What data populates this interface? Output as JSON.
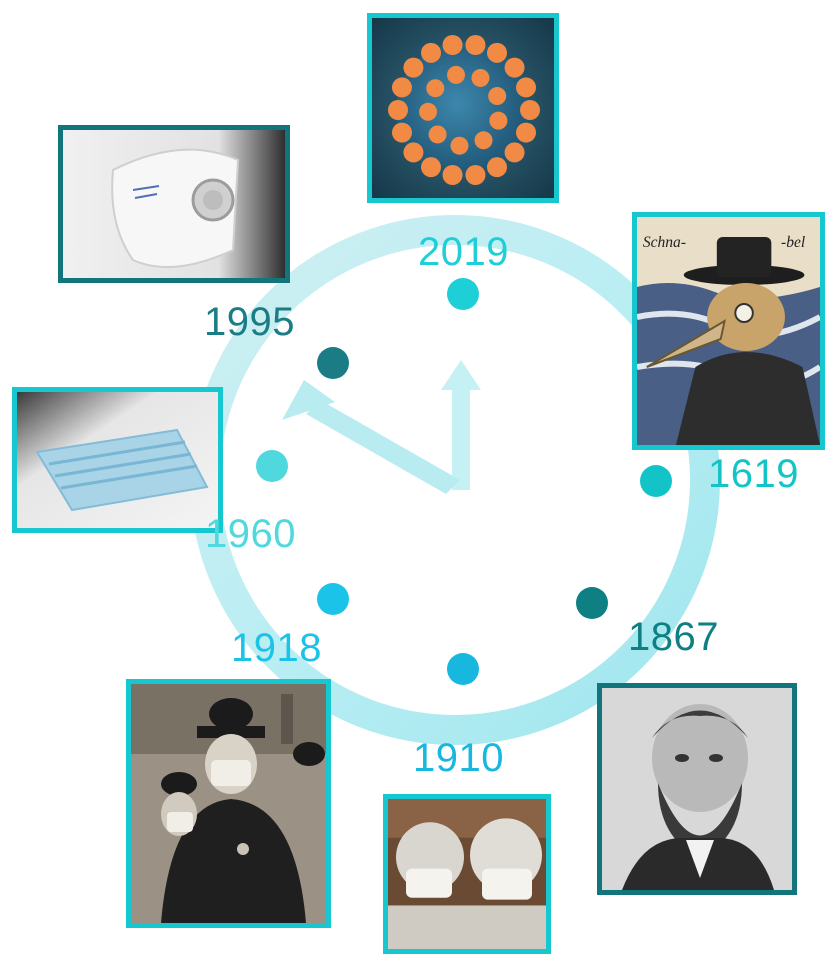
{
  "timeline": {
    "years": [
      {
        "key": "y2019",
        "label": "2019",
        "color": "#1fcfd8",
        "image": "coronavirus-icon"
      },
      {
        "key": "y1619",
        "label": "1619",
        "color": "#12c4c8",
        "image": "plague-doctor-icon"
      },
      {
        "key": "y1867",
        "label": "1867",
        "color": "#0e7f82",
        "image": "bearded-man-portrait-icon"
      },
      {
        "key": "y1910",
        "label": "1910",
        "color": "#18b7df",
        "image": "masked-nurses-icon"
      },
      {
        "key": "y1918",
        "label": "1918",
        "color": "#1cc3e8",
        "image": "masked-policemen-icon"
      },
      {
        "key": "y1960",
        "label": "1960",
        "color": "#4fd8de",
        "image": "surgical-mask-icon"
      },
      {
        "key": "y1995",
        "label": "1995",
        "color": "#1a7d85",
        "image": "n95-respirator-icon"
      }
    ]
  },
  "colors": {
    "ring": "#bff0f3",
    "hands": "#c8f1f4",
    "frame_cyan": "#16c7cf",
    "frame_dark": "#11757b"
  }
}
